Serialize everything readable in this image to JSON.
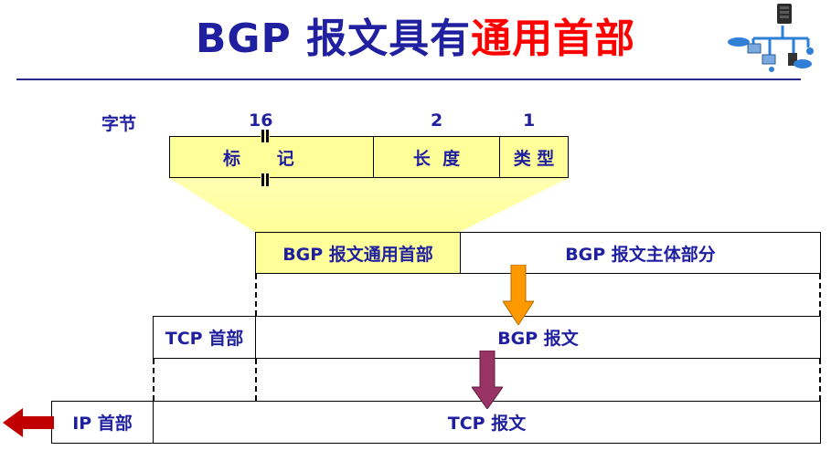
{
  "title": {
    "part1": "BGP 报文具有",
    "part2": "通用首部"
  },
  "header_labels": {
    "unit": "字节",
    "marker_len": "16",
    "length_len": "2",
    "type_len": "1"
  },
  "header_fields": {
    "marker": "标      记",
    "length": "长  度",
    "type": "类 型"
  },
  "bgp_message": {
    "header": "BGP 报文通用首部",
    "body": "BGP 报文主体部分"
  },
  "tcp_segment": {
    "header": "TCP 首部",
    "body": "BGP 报文"
  },
  "ip_datagram": {
    "header": "IP 首部",
    "body": "TCP 报文"
  },
  "colors": {
    "title": "#1f1f9f",
    "title_highlight": "#ff0000",
    "text": "#1f1f9f",
    "field_fill": "#ffff99",
    "arrow_orange": "#ff9900",
    "arrow_maroon": "#993366",
    "arrow_red": "#c00000"
  },
  "icons": {
    "logo": "network-topology-icon"
  }
}
